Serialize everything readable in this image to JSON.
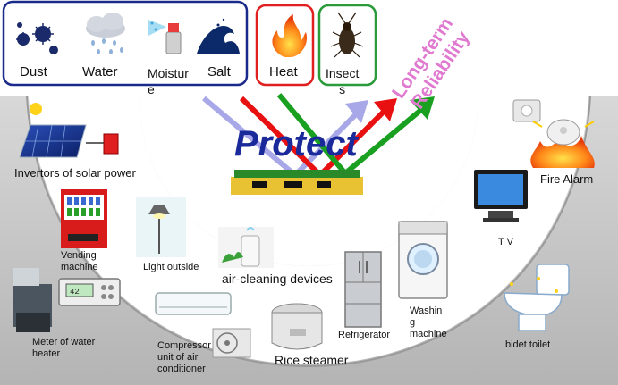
{
  "threats": {
    "dust": "Dust",
    "water": "Water",
    "moisture": "Moistur\ne",
    "salt": "Salt",
    "heat": "Heat",
    "insects": "Insect\ns"
  },
  "center": {
    "protect": "Protect",
    "reliability": "Long-term\nReliability"
  },
  "devices": {
    "solar": "Invertors of solar power",
    "vending": "Vending\nmachine",
    "light": "Light outside",
    "air_clean": "air-cleaning devices",
    "meter": "Meter of water\nheater",
    "compressor": "Compressor\nunit of air\nconditioner",
    "rice": "Rice steamer",
    "fridge": "Refrigerator",
    "washing": "Washin\ng\nmachine",
    "tv": "T V",
    "fire": "Fire Alarm",
    "bidet": "bidet toilet"
  },
  "colors": {
    "frame_blue": "#1a2a8a",
    "frame_red": "#e02020",
    "frame_green": "#2a9a3a",
    "protect_text": "#1a2a9a",
    "reliability_text": "#e07ad0",
    "arrow_red": "#e81010",
    "arrow_green": "#1aa020",
    "arrow_lavender": "#a8a8e8"
  }
}
